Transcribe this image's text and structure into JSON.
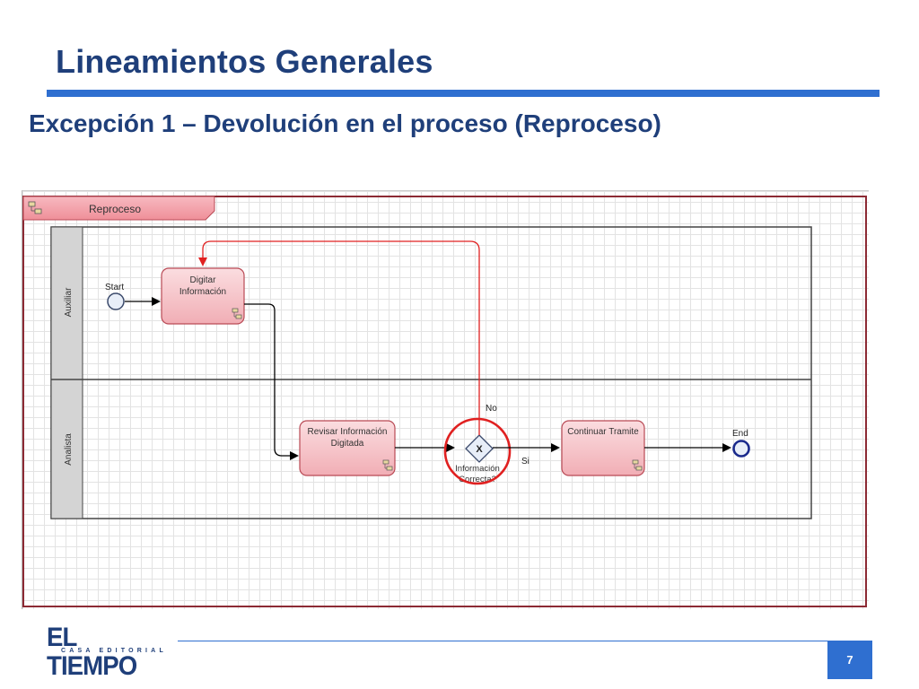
{
  "slide": {
    "title": "Lineamientos Generales",
    "subtitle": "Excepción 1 – Devolución en el proceso (Reproceso)",
    "page_number": "7"
  },
  "footer": {
    "logo_main": "EL TIEMPO",
    "logo_sub": "CASA EDITORIAL"
  },
  "diagram": {
    "pool_label": "Reproceso",
    "lanes": [
      "Auxiliar",
      "Analista"
    ],
    "start_label": "Start",
    "end_label": "End",
    "tasks": {
      "digitar": [
        "Digitar",
        "Información"
      ],
      "revisar": [
        "Revisar Información",
        "Digitada"
      ],
      "continuar": [
        "Continuar Tramite"
      ]
    },
    "gateway": {
      "symbol": "X",
      "label": [
        "Información",
        "Correcta?"
      ]
    },
    "flow_labels": {
      "no": "No",
      "si": "Si"
    },
    "colors": {
      "task_fill": "#f7c6cb",
      "task_stroke": "#b94a55",
      "pool_header": "#f2a0a8",
      "highlight": "#e02020",
      "title": "#1f3f7a",
      "accent": "#2f6fd0"
    }
  }
}
